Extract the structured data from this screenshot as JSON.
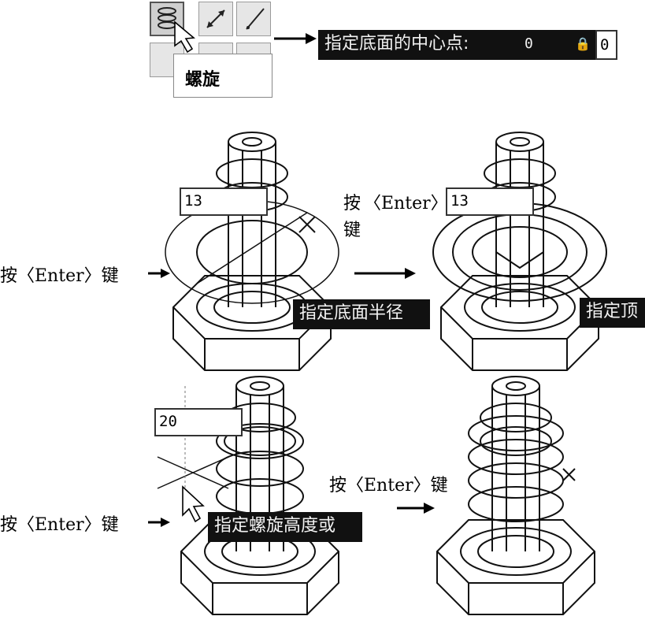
{
  "toolbar": {
    "helix_tooltip": "螺旋",
    "prompt_text": "指定底面的中心点:",
    "coord_x": "0",
    "coord_y": "0"
  },
  "steps": {
    "radius_value": "13",
    "radius_prompt": "指定底面半径",
    "top_value": "13",
    "top_prompt": "指定顶",
    "height_value": "20",
    "height_prompt": "指定螺旋高度或"
  },
  "labels": {
    "press_enter": "按〈Enter〉键",
    "press_enter_prefix": "按",
    "press_enter_key": "〈Enter〉",
    "press_enter_suffix": "键"
  },
  "icons": {
    "helix": "helix-icon",
    "line": "line-icon",
    "cursor": "arrow-cursor-icon"
  }
}
